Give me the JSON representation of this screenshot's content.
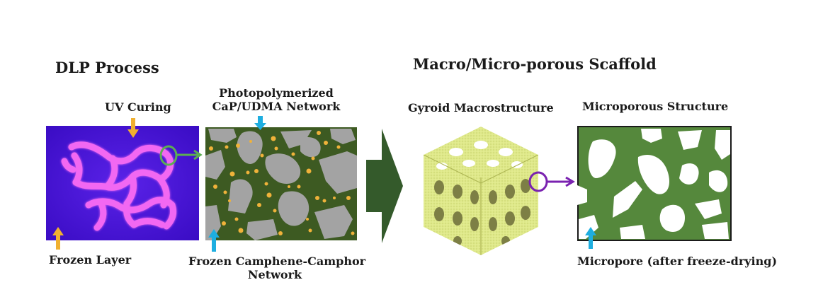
{
  "sections": {
    "left_title": "DLP Process",
    "right_title": "Macro/Micro-porous Scaffold"
  },
  "labels": {
    "uv_curing": "UV Curing",
    "photopolymerized_line1": "Photopolymerized",
    "photopolymerized_line2": "CaP/UDMA Network",
    "frozen_layer": "Frozen Layer",
    "frozen_camphene_line1": "Frozen Camphene-Camphor",
    "frozen_camphene_line2": "Network",
    "gyroid": "Gyroid Macrostructure",
    "microporous": "Microporous Structure",
    "micropore": "Micropore (after freeze-drying)"
  },
  "colors": {
    "uv_background": "#4a16d6",
    "uv_pattern": "#f268f2",
    "network_green": "#3d5a22",
    "camphene_gray": "#a3a3a3",
    "cap_particles": "#f0b23a",
    "micro_green": "#55883c",
    "big_arrow": "#345a2b",
    "orange_arrow": "#f0b030",
    "blue_arrow": "#1eaee0",
    "green_zoom": "#5cae52",
    "purple_zoom": "#7a22b0",
    "gyroid_fill": "#dfe98a"
  }
}
